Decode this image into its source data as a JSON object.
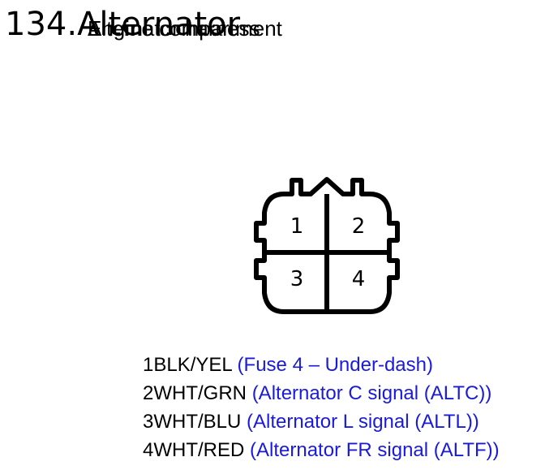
{
  "header": {
    "title": "134.Alternator",
    "overlay_a": "Engine compartment",
    "overlay_b": "Alternator harness"
  },
  "connector": {
    "pins": [
      {
        "number": "1"
      },
      {
        "number": "2"
      },
      {
        "number": "3"
      },
      {
        "number": "4"
      }
    ]
  },
  "pins": [
    {
      "num": "1",
      "wire": "BLK/YEL",
      "desc": "(Fuse 4 – Under-dash)"
    },
    {
      "num": "2",
      "wire": "WHT/GRN",
      "desc": "(Alternator C signal (ALTC))"
    },
    {
      "num": "3",
      "wire": "WHT/BLU",
      "desc": "(Alternator L signal (ALTL))"
    },
    {
      "num": "4",
      "wire": "WHT/RED",
      "desc": "(Alternator FR signal (ALTF))"
    }
  ],
  "colors": {
    "text": "#000000",
    "description": "#1a1adc"
  }
}
